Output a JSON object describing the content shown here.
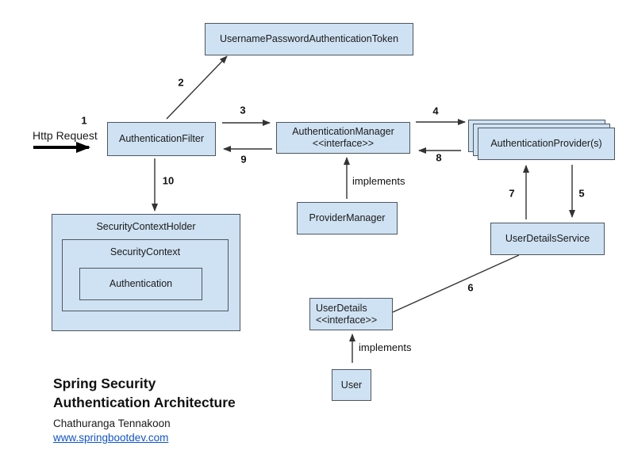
{
  "colors": {
    "node_fill": "#cfe2f3",
    "node_border": "#4d565e",
    "arrow_color": "#333333",
    "link_color": "#1155cc",
    "text_color": "#1a1a1a"
  },
  "diagram": {
    "http_request_label": "Http Request",
    "nodes": {
      "token": "UsernamePasswordAuthenticationToken",
      "filter": "AuthenticationFilter",
      "manager_line1": "AuthenticationManager",
      "manager_line2": "<<interface>>",
      "providers": "AuthenticationProvider(s)",
      "provider_manager": "ProviderManager",
      "user_details_service": "UserDetailsService",
      "security_context_holder": "SecurityContextHolder",
      "security_context": "SecurityContext",
      "authentication": "Authentication",
      "user_details_line1": "UserDetails",
      "user_details_line2": "<<interface>>",
      "user": "User"
    },
    "steps": {
      "s1": "1",
      "s2": "2",
      "s3": "3",
      "s4": "4",
      "s5": "5",
      "s6": "6",
      "s7": "7",
      "s8": "8",
      "s9": "9",
      "s10": "10"
    },
    "implements_top": "implements",
    "implements_bottom": "implements",
    "footer": {
      "title_line1": "Spring Security",
      "title_line2": "Authentication Architecture",
      "author": "Chathuranga Tennakoon",
      "website": "www.springbootdev.com"
    }
  }
}
